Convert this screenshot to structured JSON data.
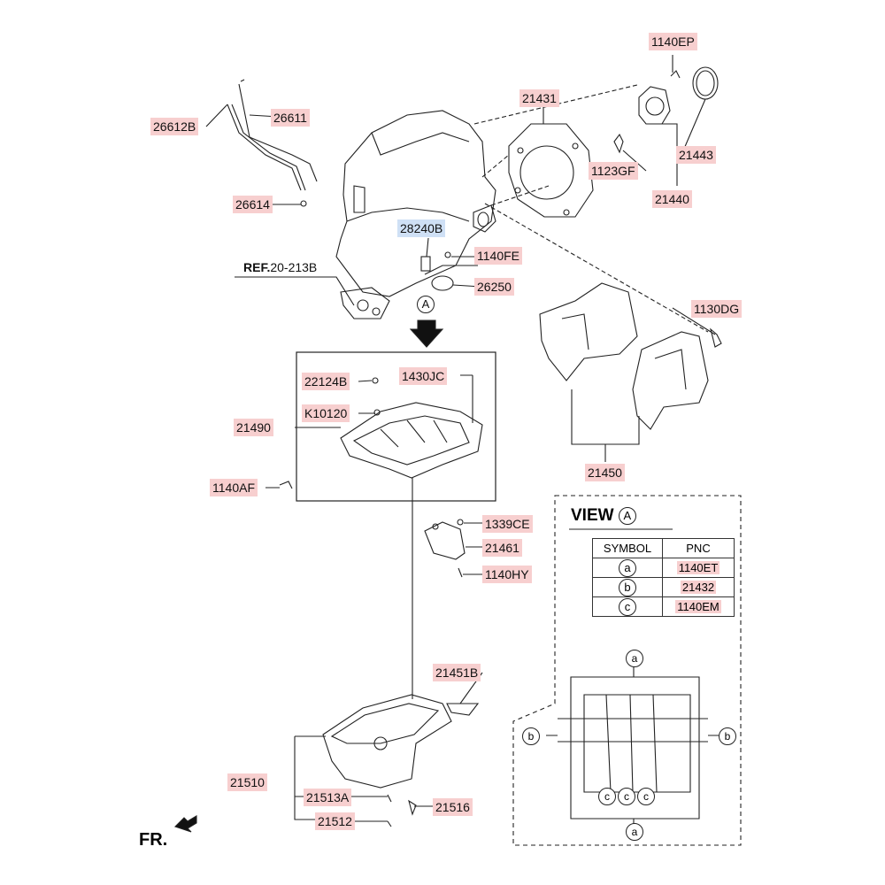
{
  "labels": {
    "p1140EP": "1140EP",
    "p21431": "21431",
    "p26612B": "26612B",
    "p26611": "26611",
    "p21443": "21443",
    "p1123GF": "1123GF",
    "p26614": "26614",
    "p21440": "21440",
    "p28240B": "28240B",
    "p1140FE": "1140FE",
    "p26250": "26250",
    "p1130DG": "1130DG",
    "p22124B": "22124B",
    "p1430JC": "1430JC",
    "p21490": "21490",
    "pK10120": "K10120",
    "p1140AF": "1140AF",
    "p21450": "21450",
    "p1339CE": "1339CE",
    "p21461": "21461",
    "p1140HY": "1140HY",
    "p21451B": "21451B",
    "p21510": "21510",
    "p21513A": "21513A",
    "p21516": "21516",
    "p21512": "21512"
  },
  "ref": {
    "prefix": "REF.",
    "code": "20-213B"
  },
  "fr": "FR.",
  "view": {
    "title": "VIEW",
    "letter": "A"
  },
  "arrow_letter": "A",
  "symbol_table": {
    "headers": [
      "SYMBOL",
      "PNC"
    ],
    "rows": [
      {
        "symbol": "a",
        "pnc": "1140ET"
      },
      {
        "symbol": "b",
        "pnc": "21432"
      },
      {
        "symbol": "c",
        "pnc": "1140EM"
      }
    ]
  },
  "view_symbols": {
    "a": "a",
    "b": "b",
    "c": "c"
  },
  "colors": {
    "label_bg": "#f7cfcf",
    "label_blue_bg": "#cfe0f5",
    "line": "#222222"
  }
}
